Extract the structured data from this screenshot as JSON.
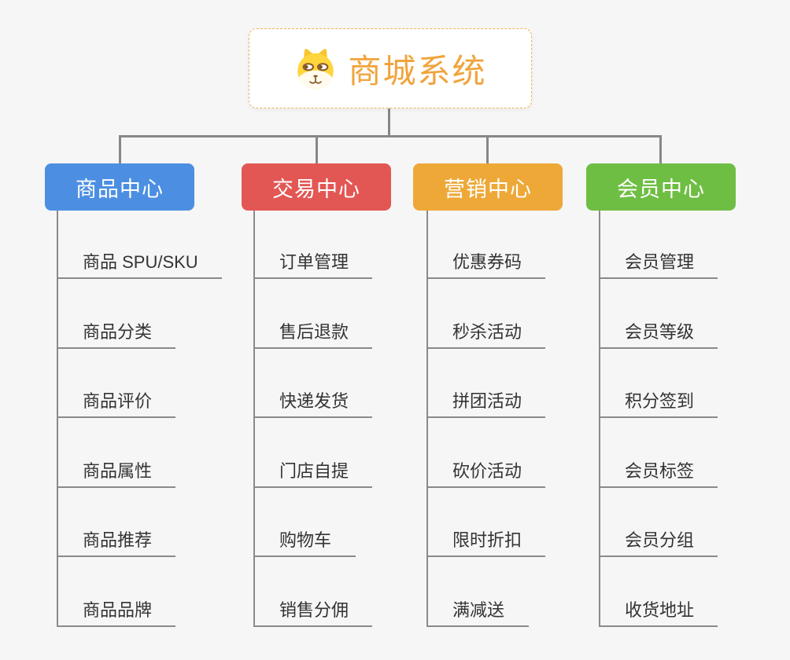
{
  "root": {
    "title": "商城系统",
    "icon": "shiba-dog-icon",
    "accent_color": "#F0A43C",
    "border_color": "#F2B35C"
  },
  "connector_color": "#878787",
  "branches": [
    {
      "label": "商品中心",
      "color": "#4C8FE2",
      "items": [
        "商品 SPU/SKU",
        "商品分类",
        "商品评价",
        "商品属性",
        "商品推荐",
        "商品品牌"
      ]
    },
    {
      "label": "交易中心",
      "color": "#E25754",
      "items": [
        "订单管理",
        "售后退款",
        "快递发货",
        "门店自提",
        "购物车",
        "销售分佣"
      ]
    },
    {
      "label": "营销中心",
      "color": "#EEA838",
      "items": [
        "优惠券码",
        "秒杀活动",
        "拼团活动",
        "砍价活动",
        "限时折扣",
        "满减送"
      ]
    },
    {
      "label": "会员中心",
      "color": "#6FBE44",
      "items": [
        "会员管理",
        "会员等级",
        "积分签到",
        "会员标签",
        "会员分组",
        "收货地址"
      ]
    }
  ]
}
